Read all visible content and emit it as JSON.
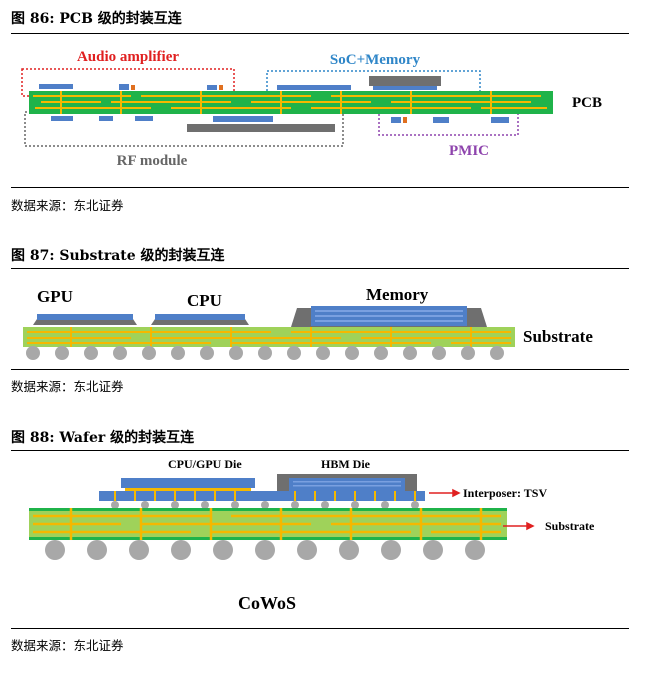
{
  "figures": [
    {
      "title": "图 86: PCB 级的封装互连",
      "labels": {
        "audio": "Audio amplifier",
        "soc": "SoC+Memory",
        "pcb": "PCB",
        "rf": "RF module",
        "pmic": "PMIC"
      },
      "source": "数据来源：东北证券"
    },
    {
      "title": "图 87: Substrate 级的封装互连",
      "labels": {
        "gpu": "GPU",
        "cpu": "CPU",
        "memory": "Memory",
        "substrate": "Substrate"
      },
      "source": "数据来源：东北证券"
    },
    {
      "title": "图 88: Wafer 级的封装互连",
      "labels": {
        "cpugpu": "CPU/GPU Die",
        "hbm": "HBM Die",
        "interposer": "Interposer: TSV",
        "substrate": "Substrate",
        "cowos": "CoWoS"
      },
      "source": "数据来源：东北证券"
    }
  ],
  "colors": {
    "board_green": "#1fb34a",
    "substrate_green": "#9fd25a",
    "trace_yellow": "#f5b800",
    "die_blue": "#4f7fc8",
    "die_gray": "#6f6f6f",
    "audio_red": "#e02020",
    "soc_blue": "#2f86c8",
    "pmic_purple": "#8e44ad",
    "rf_gray": "#666666",
    "ball_gray": "#a8a8a8",
    "arrow_red": "#e02020"
  }
}
